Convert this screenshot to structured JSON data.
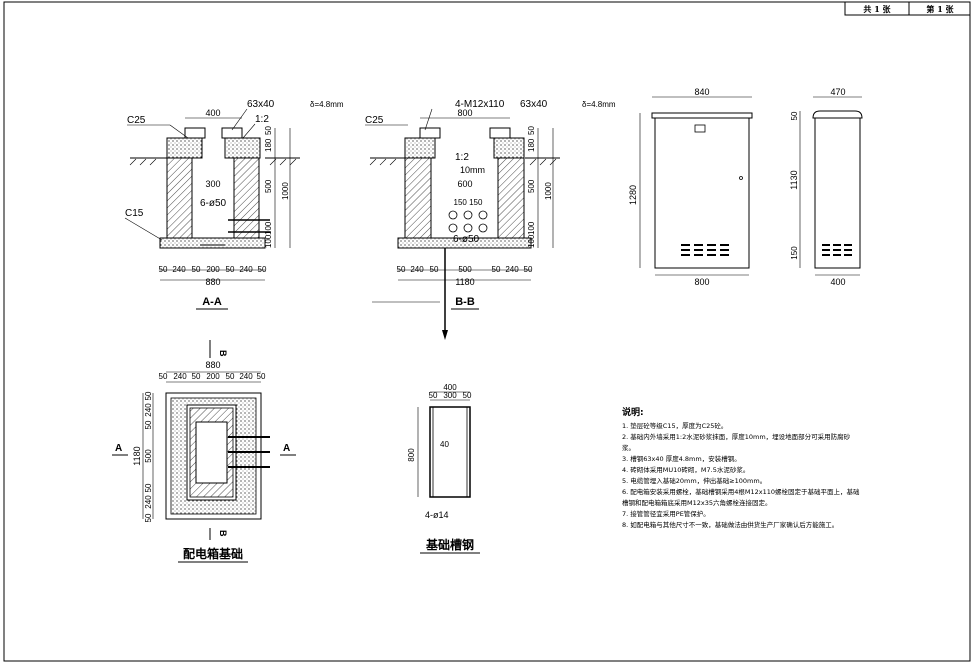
{
  "title_block": {
    "sheets_total": "共 1 张",
    "sheet_no": "第 1 张"
  },
  "sections": {
    "aa": {
      "title": "A-A",
      "labels": [
        "C25",
        "63x40",
        "δ=4.8mm",
        "1:2",
        "C15",
        "6-ø50"
      ],
      "dims": {
        "top": "400",
        "inner": "300",
        "bottom_total": "880",
        "bottom_segments": [
          "50",
          "240",
          "50",
          "200",
          "50",
          "240",
          "50"
        ],
        "right_vertical": [
          "50",
          "180",
          "500",
          "1000",
          "100",
          "100"
        ]
      }
    },
    "bb": {
      "title": "B-B",
      "labels": [
        "4-M12x110",
        "63x40",
        "δ=4.8mm",
        "C25",
        "1:2",
        "10mm",
        "6-ø50"
      ],
      "dims": {
        "top": "800",
        "inner": "600",
        "holes": "150 150",
        "bottom_total": "1180",
        "bottom_segments": [
          "50",
          "240",
          "50",
          "500",
          "50",
          "240",
          "50"
        ],
        "right_vertical": [
          "50",
          "180",
          "500",
          "1000",
          "100",
          "100"
        ]
      }
    }
  },
  "cabinet": {
    "front_top": "840",
    "front_height": "1280",
    "front_bottom": "800",
    "side_top": "470",
    "side_heights": [
      "50",
      "1130",
      "150"
    ],
    "side_bottom": "400"
  },
  "plan": {
    "title": "配电箱基础",
    "top_total": "880",
    "top_segments": [
      "50",
      "240",
      "50",
      "200",
      "50",
      "240",
      "50"
    ],
    "left_total": "1180",
    "left_segments": [
      "50",
      "240",
      "50",
      "500",
      "50",
      "240",
      "50"
    ],
    "markers": {
      "a_left": "A",
      "a_right": "A",
      "b_top": "B",
      "b_bottom": "B"
    }
  },
  "channel": {
    "title": "基础槽钢",
    "top_total": "400",
    "top_segments": [
      "50",
      "300",
      "50"
    ],
    "left": "800",
    "inner": "40",
    "holes": "4-ø14"
  },
  "notes": {
    "title": "说明:",
    "items": [
      "1. 垫层砼等级C15，厚度为C25砼。",
      "2. 基础内外墙采用1:2水泥砂浆抹面，厚度10mm，埋设地面部分可采用防腐砂浆。",
      "3. 槽钢63x40 厚度4.8mm，安装槽钢。",
      "4. 砖砌体采用MU10砖砌，M7.5水泥砂浆。",
      "5. 电缆管埋入基础20mm，伸出基础≥100mm。",
      "6. 配电箱安装采用螺栓，基础槽钢采用4根M12x110螺栓固定于基础平面上，基础",
      "   槽钢和配电箱箱底采用M12x35六角螺栓连接固定。",
      "7. 接管管径宜采用PE管保护。",
      "8. 如配电箱与其他尺寸不一致，基础做法由供货生产厂家确认后方能施工。"
    ]
  }
}
